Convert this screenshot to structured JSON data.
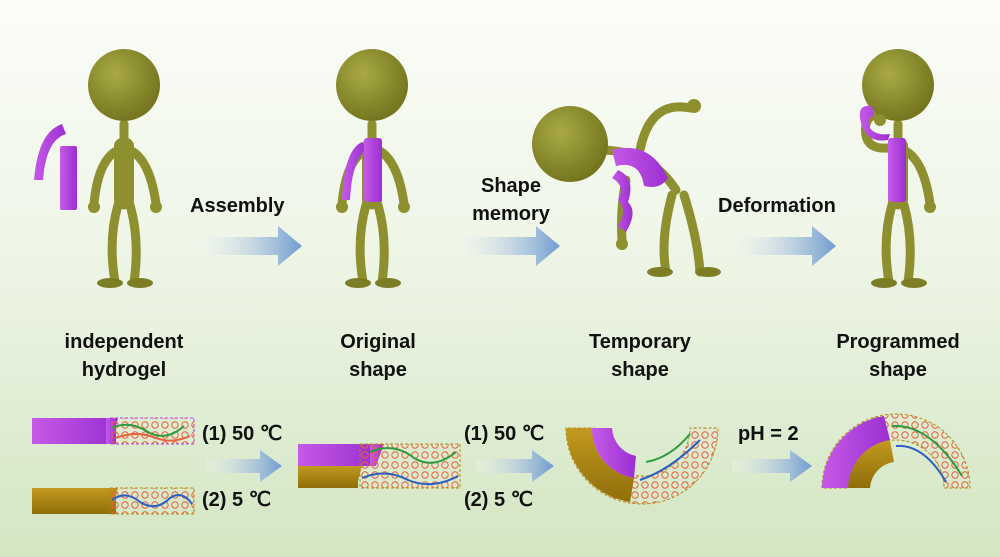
{
  "colors": {
    "figure": "#8e8f2f",
    "figure_dark": "#6b6c1c",
    "purple": "#b23ee0",
    "gold": "#b08a12",
    "arrow": "#6f9bd0",
    "mesh": "#e8603b",
    "strand_green": "#2e9b3e",
    "strand_blue": "#2c5fc4"
  },
  "steps": {
    "assembly": "Assembly",
    "shape_memory_line1": "Shape",
    "shape_memory_line2": "memory",
    "deformation": "Deformation"
  },
  "captions": {
    "independent_line1": "independent",
    "independent_line2": "hydrogel",
    "original_line1": "Original",
    "original_line2": "shape",
    "temporary_line1": "Temporary",
    "temporary_line2": "shape",
    "programmed_line1": "Programmed",
    "programmed_line2": "shape"
  },
  "conditions": {
    "t50_a": "(1) 50 ℃",
    "t5_a": "(2) 5 ℃",
    "t50_b": "(1) 50 ℃",
    "t5_b": "(2) 5 ℃",
    "ph": "pH = 2"
  }
}
